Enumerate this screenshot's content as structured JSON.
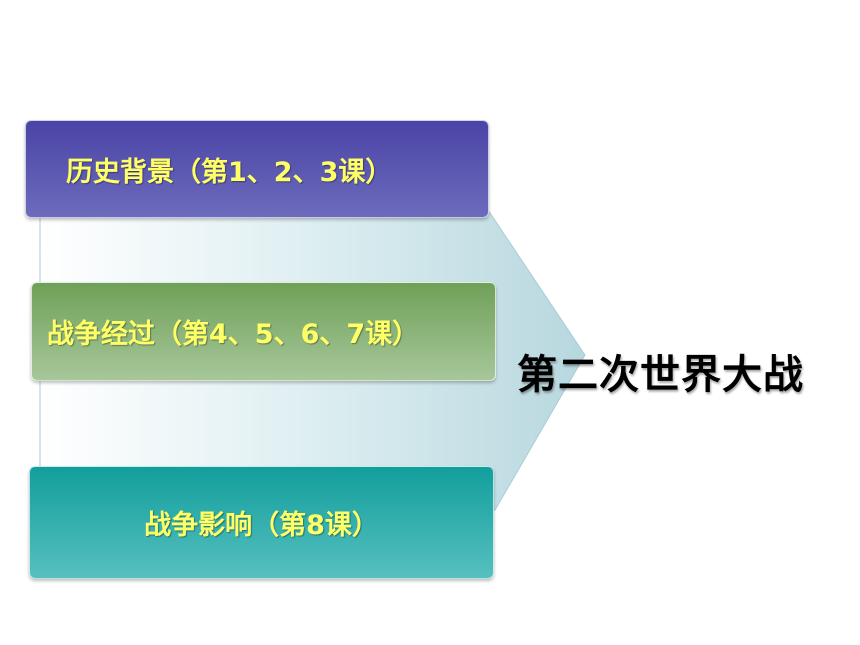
{
  "diagram": {
    "title": "第二次世界大战",
    "items": [
      {
        "label": "历史背景（第1、2、3课）"
      },
      {
        "label": "战争经过（第4、5、6、7课）"
      },
      {
        "label": "战争影响（第8课）"
      }
    ]
  },
  "colors": {
    "label_text": "#ffff66",
    "box_background_top": "#4a44a6",
    "box_process_top": "#6fa058",
    "box_impact_top": "#129e9c",
    "arrow_fill": "#cfe4ea"
  }
}
